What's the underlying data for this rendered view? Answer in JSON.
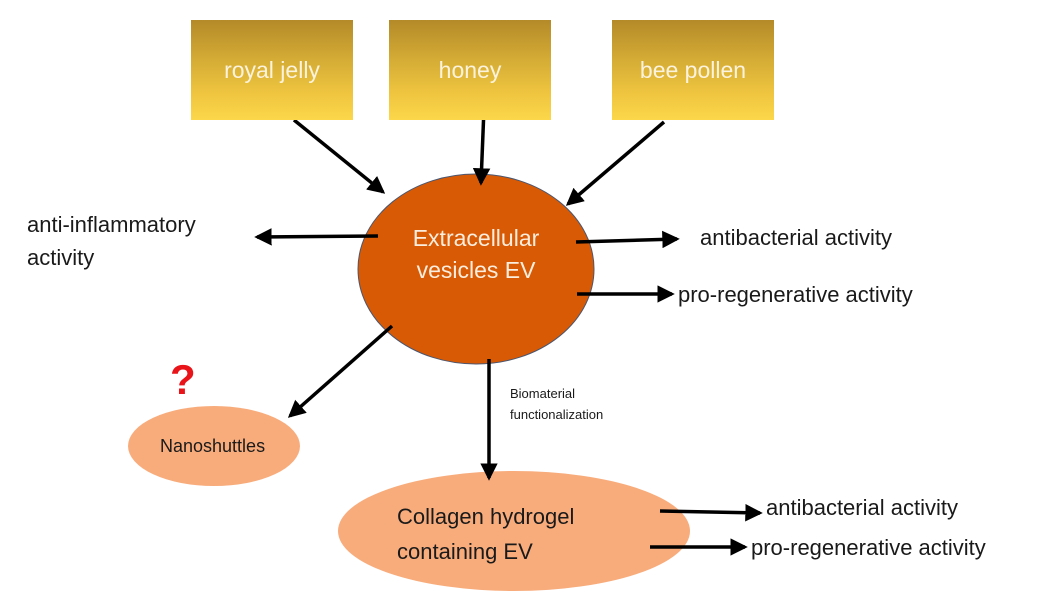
{
  "sources": [
    {
      "label": "royal jelly"
    },
    {
      "label": "honey"
    },
    {
      "label": "bee pollen"
    }
  ],
  "center_node": {
    "line1": "Extracellular",
    "line2": "vesicles EV"
  },
  "left_effect": {
    "line1": "anti-inflammatory",
    "line2": "activity"
  },
  "right_effects": [
    "antibacterial activity",
    "pro-regenerative activity"
  ],
  "nanoshuttles": {
    "label": "Nanoshuttles",
    "question_mark": "?"
  },
  "edge_label": {
    "line1": "Biomaterial",
    "line2": "functionalization"
  },
  "hydrogel_node": {
    "line1": "Collagen hydrogel",
    "line2": "containing EV"
  },
  "hydrogel_effects": [
    "antibacterial activity",
    "pro-regenerative activity"
  ],
  "colors": {
    "center_fill": "#d95a05",
    "light_node_fill": "#f8ac7c",
    "source_gradient_top": "#b38a28",
    "source_gradient_bottom": "#fcd74a",
    "question_mark": "#e8141a",
    "arrow": "#000000"
  }
}
